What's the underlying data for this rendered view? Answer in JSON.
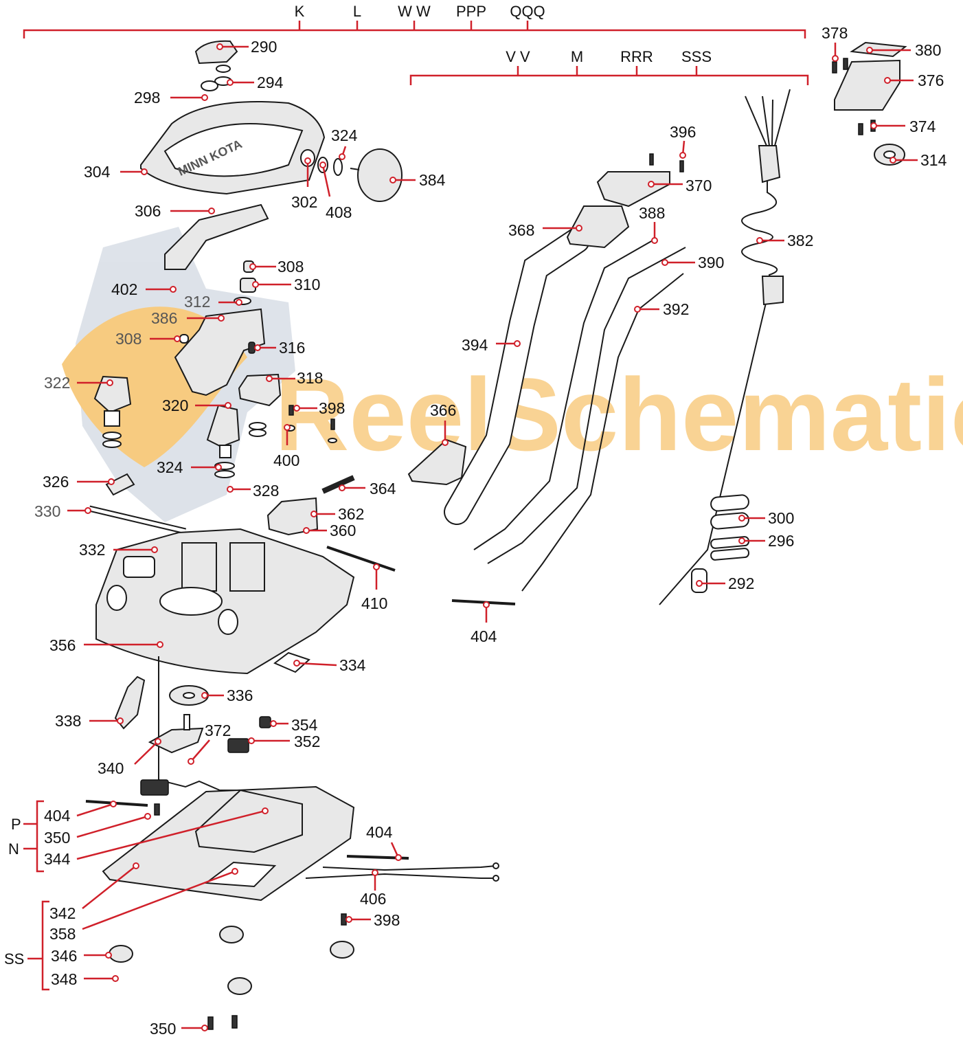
{
  "title": "",
  "top_bracket_labels": [
    "K",
    "L",
    "W W",
    "PPP",
    "QQQ"
  ],
  "second_bracket_labels": [
    "V V",
    "M",
    "RRR",
    "SSS"
  ],
  "side_group_labels": {
    "p": "P",
    "n": "N",
    "ss": "SS"
  },
  "watermark": "ReelSchematic",
  "callouts": [
    "290",
    "294",
    "298",
    "304",
    "306",
    "302",
    "408",
    "324",
    "384",
    "308",
    "310",
    "402",
    "312",
    "386",
    "308",
    "316",
    "322",
    "318",
    "320",
    "398",
    "400",
    "324",
    "326",
    "328",
    "330",
    "364",
    "362",
    "360",
    "332",
    "410",
    "356",
    "334",
    "336",
    "338",
    "354",
    "352",
    "372",
    "340",
    "404",
    "350",
    "344",
    "342",
    "358",
    "346",
    "348",
    "350",
    "404",
    "406",
    "398",
    "396",
    "370",
    "368",
    "388",
    "390",
    "392",
    "394",
    "366",
    "404",
    "378",
    "380",
    "376",
    "374",
    "314",
    "382",
    "300",
    "296",
    "292"
  ],
  "colors": {
    "accent": "#d0202a",
    "watermark_orange": "#f2a21a",
    "watermark_gray": "#c3ccd8",
    "line": "#1a1a1a"
  }
}
